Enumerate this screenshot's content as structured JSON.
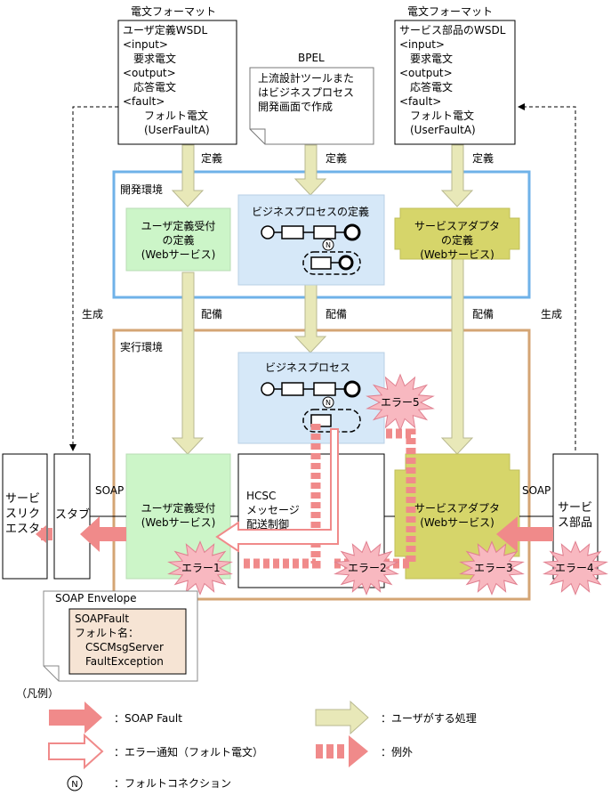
{
  "left_spec": {
    "header": "電文フォーマット",
    "lines": [
      "ユーザ定義WSDL",
      "<input>",
      "　要求電文",
      "<output>",
      "　応答電文",
      "<fault>",
      "　　フォルト電文",
      "　　(UserFaultA)"
    ]
  },
  "right_spec": {
    "header": "電文フォーマット",
    "lines": [
      "サービス部品のWSDL",
      "<input>",
      "　要求電文",
      "<output>",
      "　応答電文",
      "<fault>",
      "　フォルト電文",
      "　(UserFaultA)"
    ]
  },
  "bpel": {
    "label": "BPEL",
    "lines": [
      "上流設計ツールまた",
      "はビジネスプロセス",
      "開発画面で作成"
    ]
  },
  "labels": {
    "define": "定義",
    "deploy": "配備",
    "generate": "生成",
    "soap": "SOAP"
  },
  "dev_env": {
    "title": "開発環境",
    "user_def": [
      "ユーザ定義受付",
      "の定義",
      "(Webサービス)"
    ],
    "bp_def": "ビジネスプロセスの定義",
    "adapter_def": [
      "サービスアダプタ",
      "の定義",
      "(Webサービス)"
    ]
  },
  "run_env": {
    "title": "実行環境",
    "bp": "ビジネスプロセス",
    "user_recv": [
      "ユーザ定義受付",
      "(Webサービス)"
    ],
    "hcsc": [
      "HCSC",
      "メッセージ",
      "配送制御"
    ],
    "adapter": [
      "サービスアダプタ",
      "(Webサービス)"
    ]
  },
  "outside": {
    "requester": [
      "サービ",
      "スリク",
      "エスタ"
    ],
    "stub": "スタブ",
    "component": [
      "サービ",
      "ス部品"
    ]
  },
  "errors": [
    "エラー1",
    "エラー2",
    "エラー3",
    "エラー4",
    "エラー5"
  ],
  "envelope": {
    "title": "SOAP Envelope",
    "lines": [
      "SOAPFault",
      "フォルト名：",
      "　CSCMsgServer",
      "　FaultException"
    ]
  },
  "legend": {
    "title": "（凡例）",
    "soap_fault": "：SOAP Fault",
    "user_proc": "：ユーザがする処理",
    "error_notice": "：エラー通知（フォルト電文）",
    "exception": "：例外",
    "fault_conn": "：フォルトコネクション"
  },
  "colors": {
    "blue_border": "#6fb2e8",
    "tan_border": "#d4a574",
    "green_fill": "#ccf5c8",
    "bp_fill": "#d6e8f8",
    "olive_fill": "#d6d56a",
    "pink": "#f08a8a",
    "burst": "#f8b8c0",
    "beige_arrow": "#e8e8b8",
    "envelope_fill": "#f6e4d4"
  }
}
